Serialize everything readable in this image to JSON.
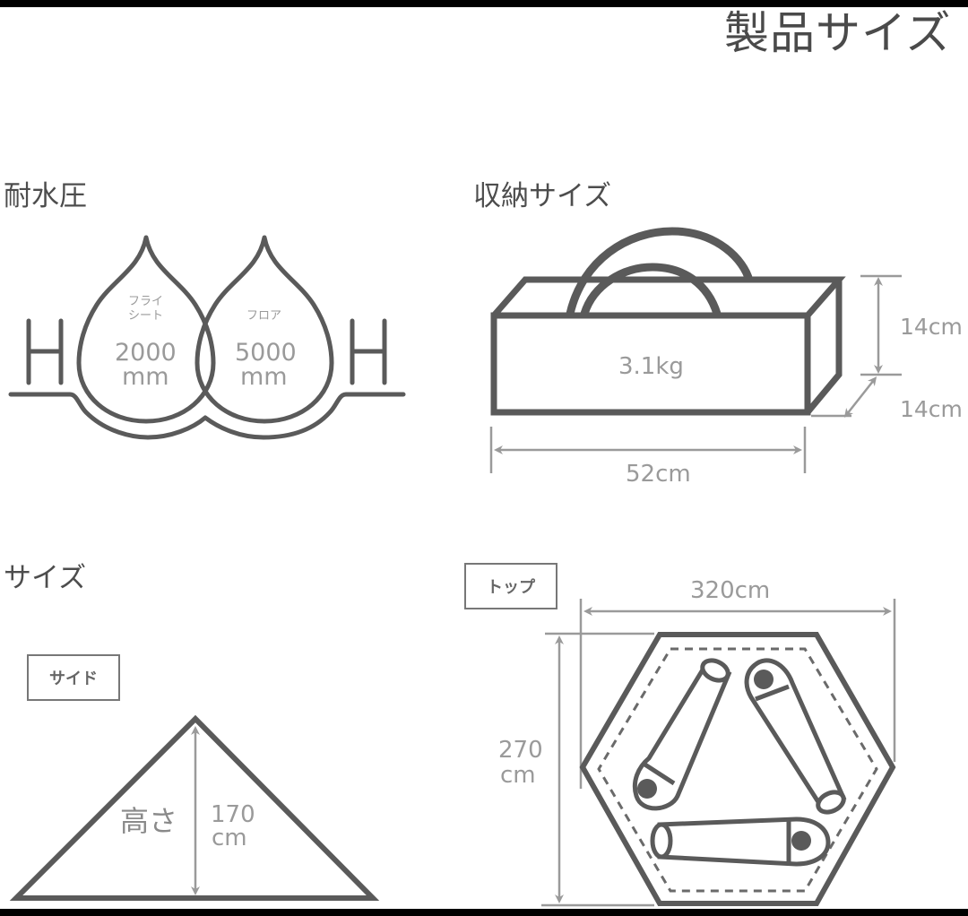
{
  "page": {
    "title": "製品サイズ"
  },
  "water_resistance": {
    "title": "耐水圧",
    "left_mark": "H",
    "right_mark": "H",
    "drops": [
      {
        "label_line1": "フライ",
        "label_line2": "シート",
        "value": "2000",
        "unit": "mm"
      },
      {
        "label_line1": "フロア",
        "label_line2": "",
        "value": "5000",
        "unit": "mm"
      }
    ]
  },
  "storage_size": {
    "title": "収納サイズ",
    "weight": "3.1kg",
    "height": "14cm",
    "depth": "14cm",
    "width": "52cm"
  },
  "size": {
    "title": "サイズ",
    "side_view": {
      "tag": "サイド",
      "height_label": "高さ",
      "height_value": "170",
      "height_unit": "cm"
    },
    "top_view": {
      "tag": "トップ",
      "width": "320cm",
      "depth_value": "270",
      "depth_unit": "cm"
    }
  },
  "colors": {
    "stroke_dark": "#5a5a5a",
    "stroke_light": "#9a9a9a",
    "text_dark": "#4a4a4a",
    "background": "#ffffff",
    "border_band": "#000000"
  }
}
